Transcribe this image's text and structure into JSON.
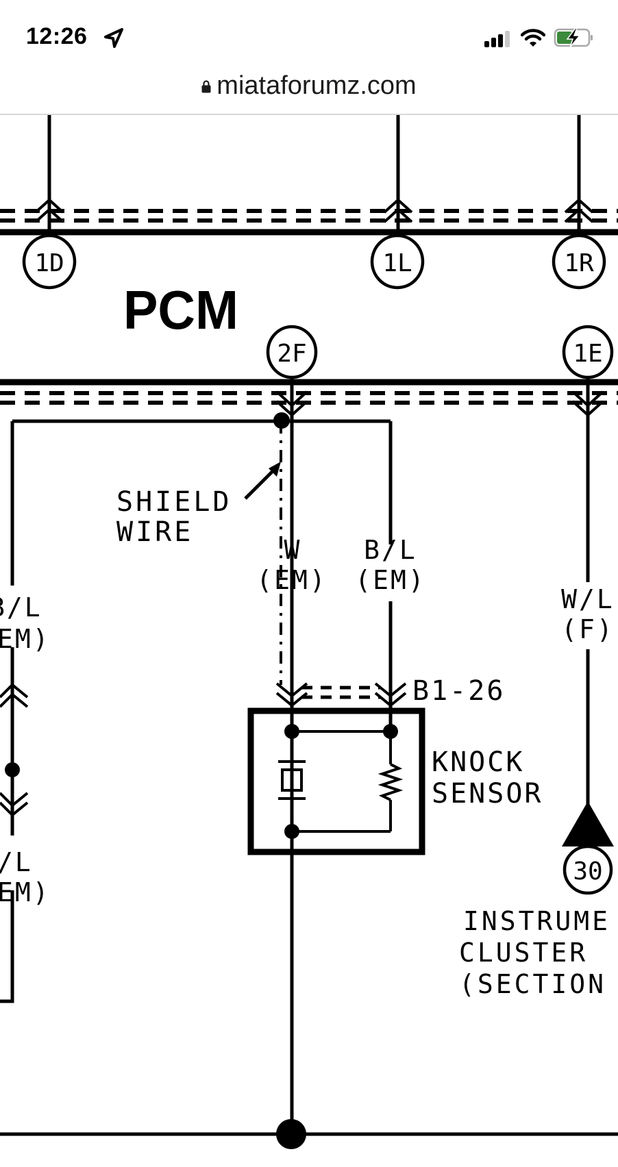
{
  "status_bar": {
    "time": "12:26",
    "location_icon": "location-arrow-icon",
    "signal_icon": "cellular-signal-icon",
    "wifi_icon": "wifi-icon",
    "battery_icon": "battery-charging-icon",
    "battery_color": "#3c8a3c"
  },
  "browser": {
    "url": "miataforumz.com",
    "lock_icon": "lock-icon"
  },
  "diagram": {
    "module_label": "PCM",
    "terminals": {
      "t1D": "1D",
      "t1L": "1L",
      "t1R": "1R",
      "t2F": "2F",
      "t1E": "1E",
      "t30": "30"
    },
    "shield_label_line1": "SHIELD",
    "shield_label_line2": "WIRE",
    "wires": {
      "w_color": "W",
      "w_harness": "(EM)",
      "bl_color": "B/L",
      "bl_harness": "(EM)",
      "left_upper_color": "B/L",
      "left_upper_harness": "EM)",
      "left_lower_color": "/L",
      "left_lower_harness": "EM)",
      "wl_color": "W/L",
      "wl_harness": "(F)"
    },
    "connector_label": "B1-26",
    "sensor_label_line1": "KNOCK",
    "sensor_label_line2": "SENSOR",
    "instrument_line1": "INSTRUME",
    "instrument_line2": "CLUSTER",
    "instrument_line3": "(SECTION"
  }
}
